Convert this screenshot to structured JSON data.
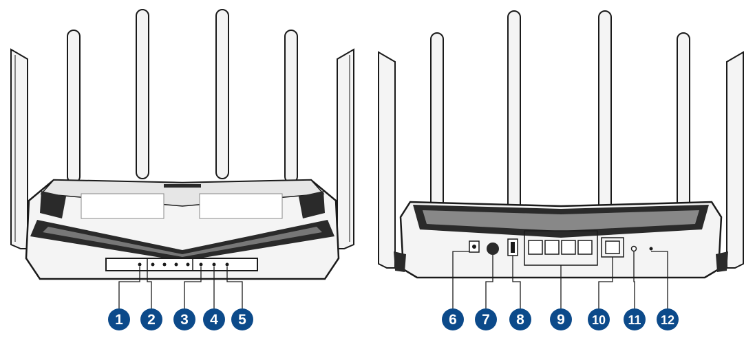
{
  "colors": {
    "badge": "#0c4a8a",
    "outline": "#1a1a1a",
    "body": "#f4f4f4",
    "shade": "#2a2a2a"
  },
  "views": [
    {
      "name": "front-view",
      "callouts": [
        {
          "number": "1"
        },
        {
          "number": "2"
        },
        {
          "number": "3"
        },
        {
          "number": "4"
        },
        {
          "number": "5"
        }
      ]
    },
    {
      "name": "rear-view",
      "callouts": [
        {
          "number": "6"
        },
        {
          "number": "7"
        },
        {
          "number": "8"
        },
        {
          "number": "9"
        },
        {
          "number": "10"
        },
        {
          "number": "11"
        },
        {
          "number": "12"
        }
      ]
    }
  ]
}
